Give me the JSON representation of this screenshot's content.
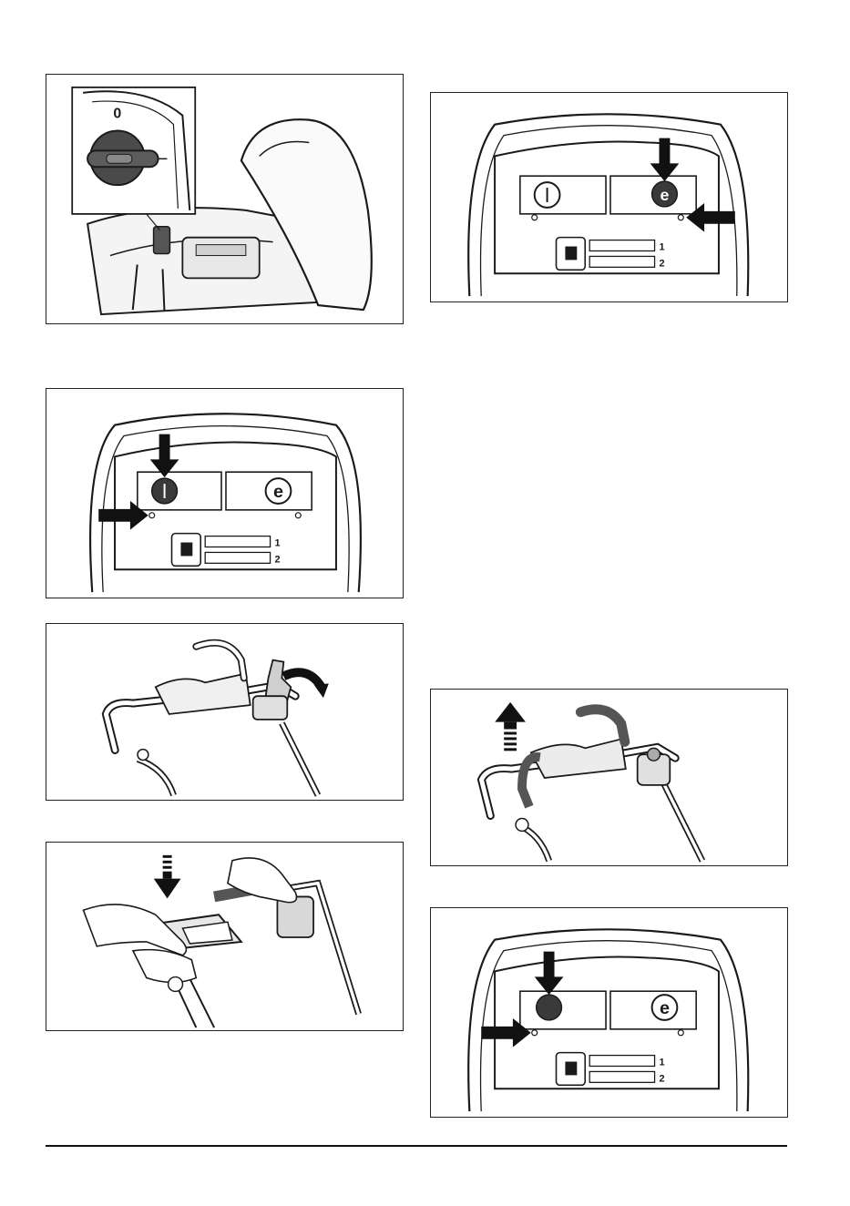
{
  "figure_switch": {
    "inset_label": "0"
  },
  "panel_labels": {
    "row1": "1",
    "row2": "2"
  },
  "colors": {
    "line": "#1a1a1a",
    "knob": "#3a3a3a",
    "arrow": "#111111"
  }
}
